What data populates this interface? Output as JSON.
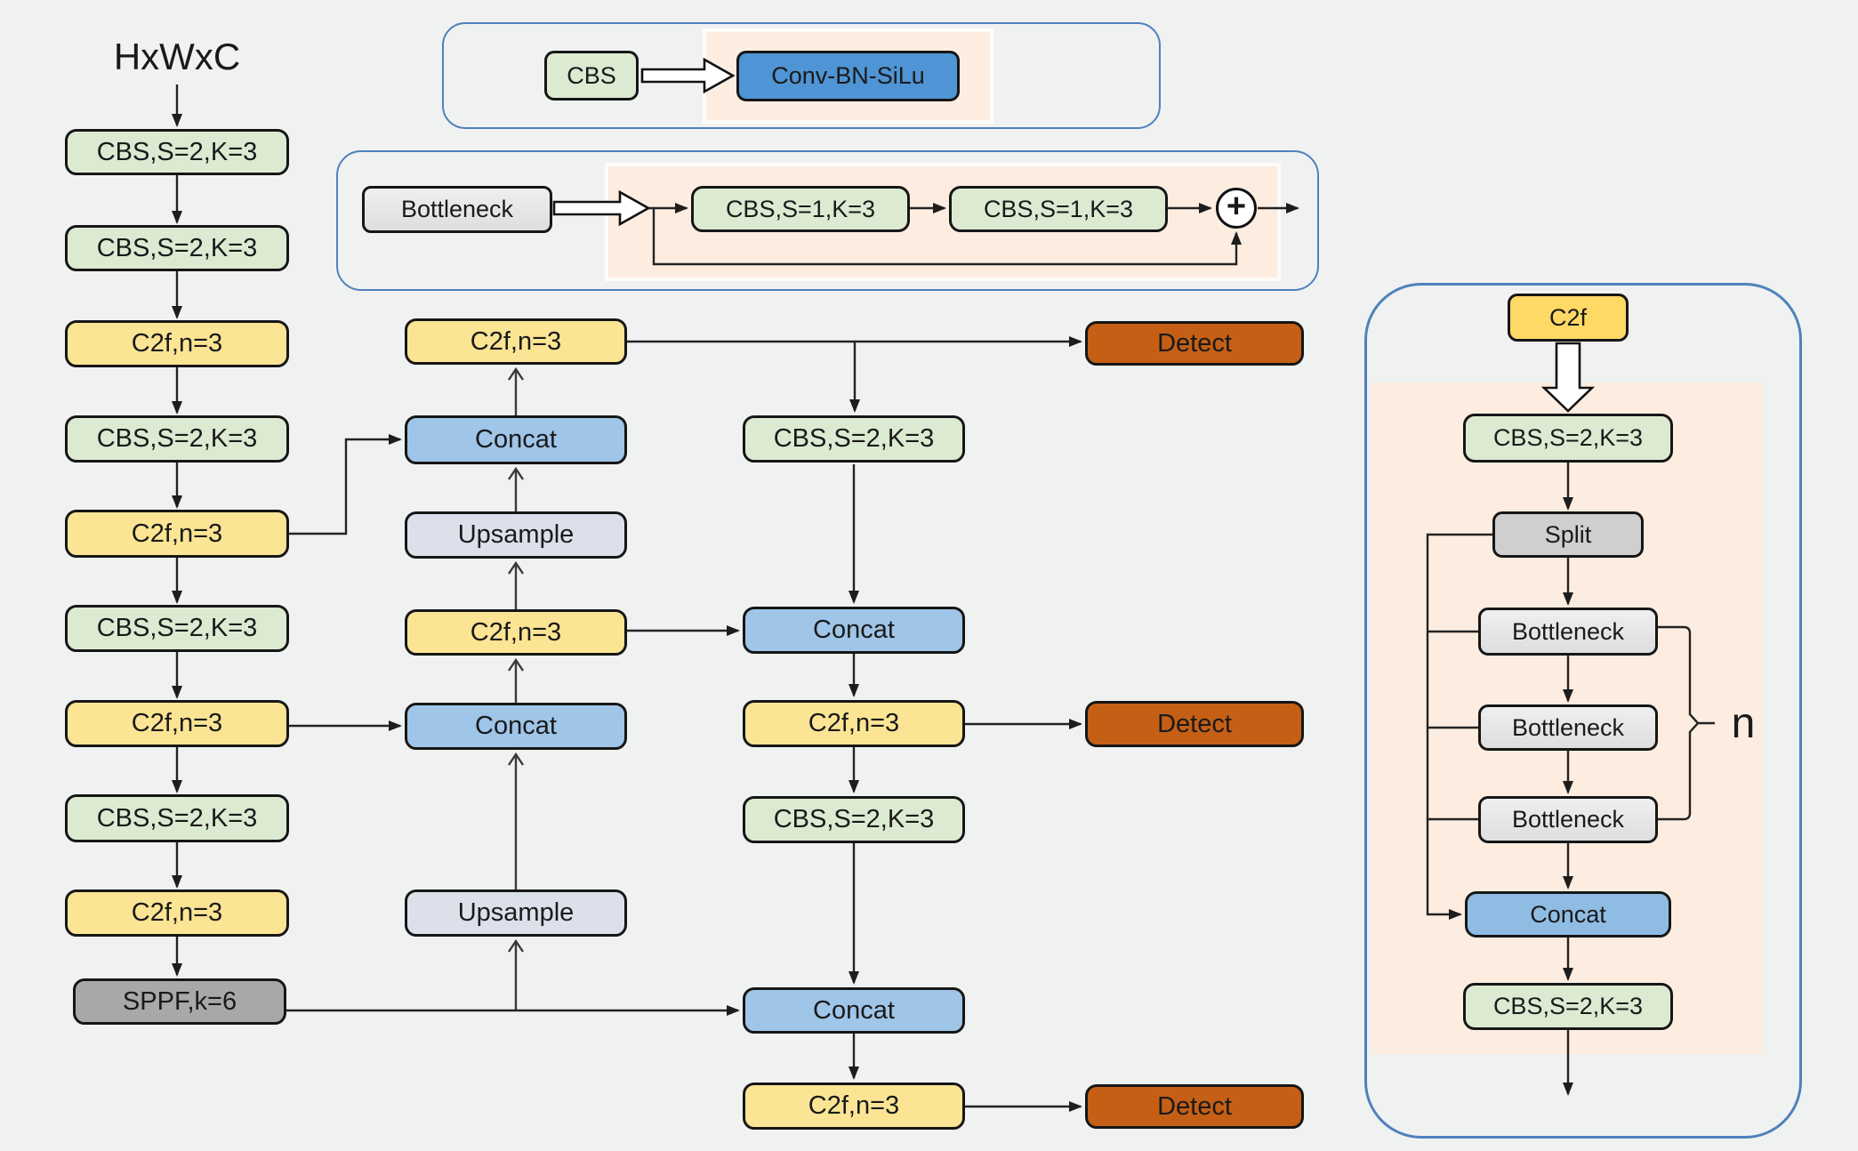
{
  "input_label": "HxWxC",
  "backbone": [
    "CBS,S=2,K=3",
    "CBS,S=2,K=3",
    "C2f,n=3",
    "CBS,S=2,K=3",
    "C2f,n=3",
    "CBS,S=2,K=3",
    "C2f,n=3",
    "CBS,S=2,K=3",
    "C2f,n=3",
    "SPPF,k=6"
  ],
  "middle": [
    "C2f,n=3",
    "Concat",
    "Upsample",
    "C2f,n=3",
    "Concat",
    "Upsample"
  ],
  "head": [
    "CBS,S=2,K=3",
    "Concat",
    "C2f,n=3",
    "CBS,S=2,K=3",
    "Concat",
    "C2f,n=3"
  ],
  "detects": [
    "Detect",
    "Detect",
    "Detect"
  ],
  "legend_cbs": {
    "source_label": "CBS",
    "target_label": "Conv-BN-SiLu"
  },
  "legend_bn": {
    "source_label": "Bottleneck",
    "block1": "CBS,S=1,K=3",
    "block2": "CBS,S=1,K=3",
    "plus_symbol": "+"
  },
  "c2f_panel": {
    "title": "C2f",
    "blocks": [
      "CBS,S=2,K=3",
      "Split",
      "Bottleneck",
      "Bottleneck",
      "Bottleneck",
      "Concat",
      "CBS,S=2,K=3"
    ],
    "repeat_label": "n"
  },
  "palette": {
    "background": "#f0f1f1",
    "cbs_green": "#dcead2",
    "c2f_yellow": "#fbe493",
    "c2f_gold": "#ffd966",
    "concat_blue": "#9fc5e8",
    "conv_bn_silu_blue": "#4f94d4",
    "detect_orange": "#c55f15",
    "sppf_gray": "#a8a8a8",
    "split_gray": "#cfcfcf",
    "bottleneck_gray": "#e7e7e7",
    "upsample_gray": "#dbe0eb",
    "peach_panel": "#fcede0",
    "panel_border_blue": "#4f81bd"
  }
}
